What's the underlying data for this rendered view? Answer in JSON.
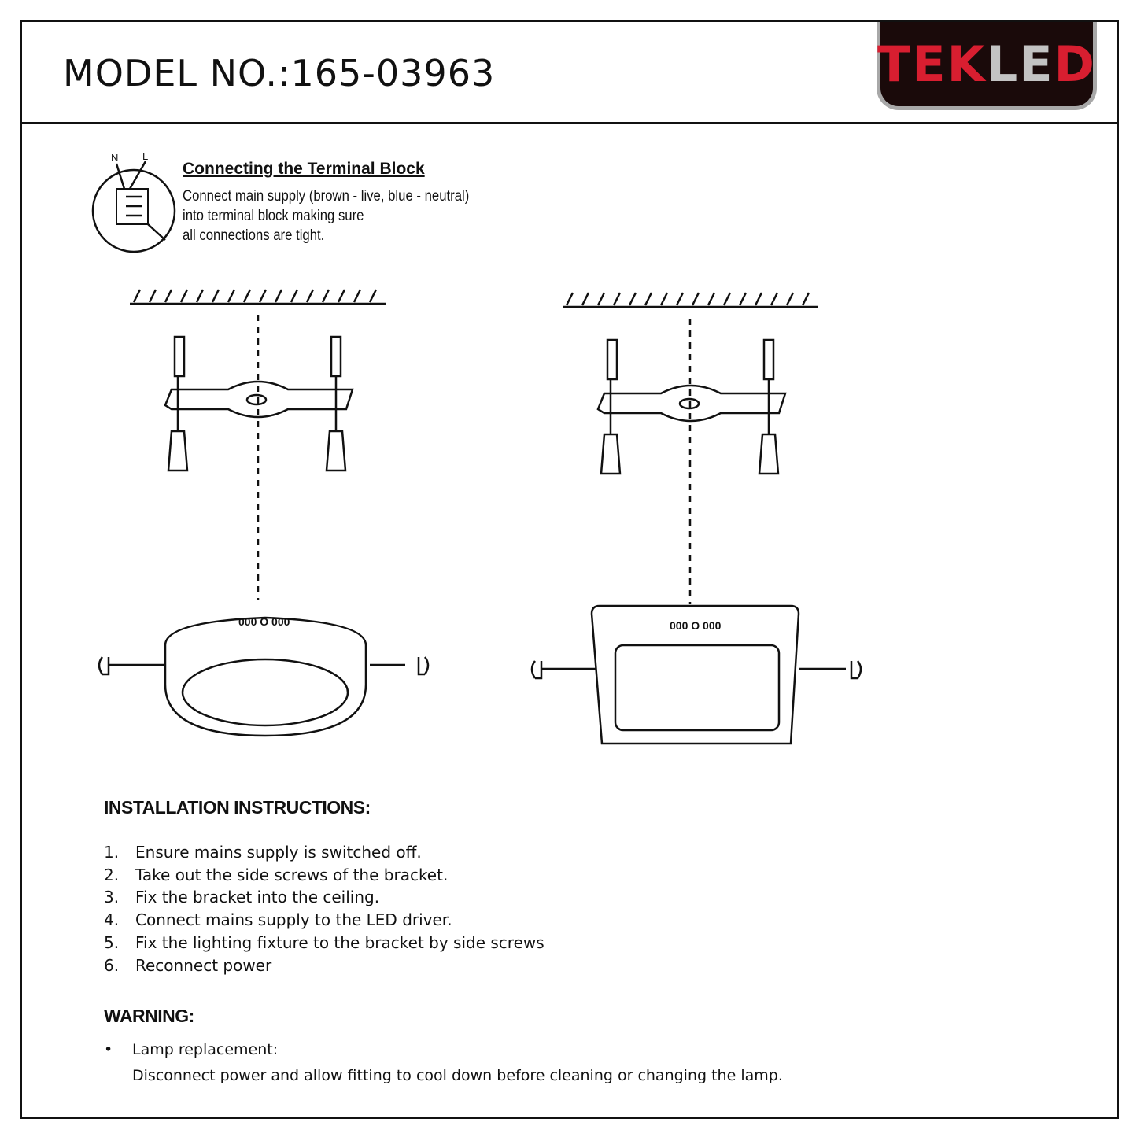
{
  "header": {
    "model_label": "MODEL NO.:165-03963",
    "logo": {
      "text_red": "TEK",
      "text_grey": "LE",
      "text_red2": "D",
      "colors": {
        "red": "#d81e30",
        "grey": "#c3c3c3",
        "background": "#1a0a0a"
      }
    }
  },
  "terminal_block": {
    "title": "Connecting the Terminal Block",
    "lines": [
      "Connect main supply (brown - live, blue - neutral)",
      "into terminal block making  sure",
      "all connections are tight."
    ],
    "label_n": "N",
    "label_l": "L"
  },
  "fixtures": {
    "round_label": "000 O 000",
    "square_label": "000 O 000"
  },
  "installation": {
    "heading": "INSTALLATION INSTRUCTIONS:",
    "steps": [
      {
        "num": "1.",
        "text": "Ensure mains supply is switched off."
      },
      {
        "num": "2.",
        "text": "Take out the side screws of the bracket."
      },
      {
        "num": "3.",
        "text": "Fix the bracket into the ceiling."
      },
      {
        "num": "4.",
        "text": "Connect mains supply to the LED driver."
      },
      {
        "num": "5.",
        "text": "Fix the lighting fixture to the bracket by side screws"
      },
      {
        "num": "6.",
        "text": "Reconnect power"
      }
    ]
  },
  "warning": {
    "heading": "WARNING:",
    "bullet": "•",
    "item_title": "Lamp  replacement:",
    "item_text": "Disconnect power and allow fitting to cool down before cleaning or changing the lamp."
  }
}
